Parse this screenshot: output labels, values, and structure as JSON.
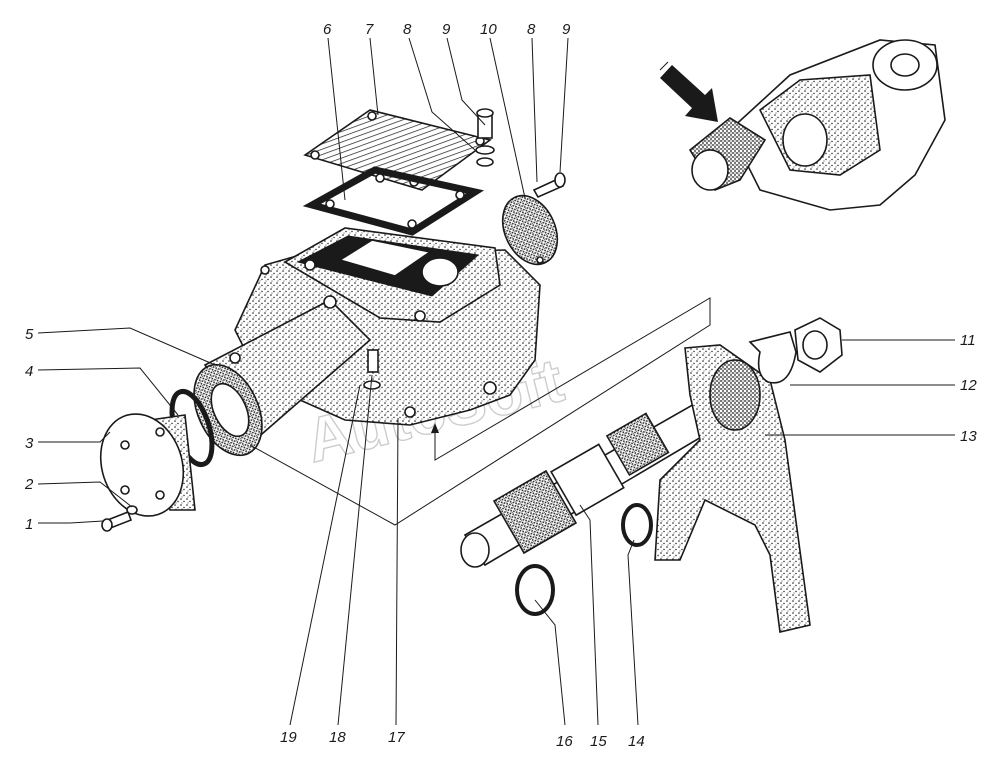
{
  "watermark": "AutoSoft",
  "callouts": [
    {
      "id": "c6",
      "label": "6"
    },
    {
      "id": "c7",
      "label": "7"
    },
    {
      "id": "c8a",
      "label": "8"
    },
    {
      "id": "c9a",
      "label": "9"
    },
    {
      "id": "c10",
      "label": "10"
    },
    {
      "id": "c8b",
      "label": "8"
    },
    {
      "id": "c9b",
      "label": "9"
    },
    {
      "id": "c5",
      "label": "5"
    },
    {
      "id": "c4",
      "label": "4"
    },
    {
      "id": "c3",
      "label": "3"
    },
    {
      "id": "c2",
      "label": "2"
    },
    {
      "id": "c1",
      "label": "1"
    },
    {
      "id": "c11",
      "label": "11"
    },
    {
      "id": "c12",
      "label": "12"
    },
    {
      "id": "c13",
      "label": "13"
    },
    {
      "id": "c19",
      "label": "19"
    },
    {
      "id": "c18",
      "label": "18"
    },
    {
      "id": "c17",
      "label": "17"
    },
    {
      "id": "c16",
      "label": "16"
    },
    {
      "id": "c15",
      "label": "15"
    },
    {
      "id": "c14",
      "label": "14"
    }
  ]
}
